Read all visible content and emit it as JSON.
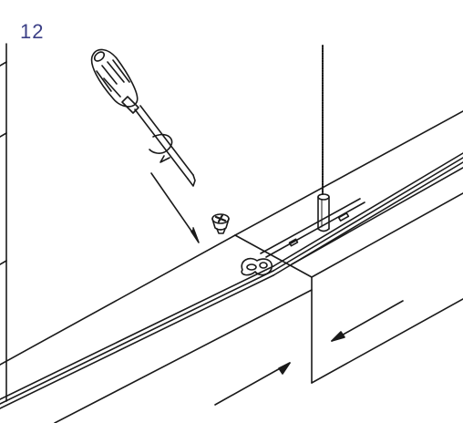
{
  "step": {
    "number": "12"
  },
  "colors": {
    "step_number": "#3b3f86",
    "line": "#1a1a1a",
    "background": "#ffffff"
  },
  "diagram": {
    "parts": [
      "left-beam-section",
      "right-beam-section",
      "beam-joint",
      "joint-connector",
      "countersunk-screw",
      "screwdriver",
      "hanging-cable",
      "cable-end-fitting"
    ],
    "actions": [
      "insert-screw-direction-arrow",
      "screwdriver-rotation-arrow",
      "push-left-section-arrow",
      "push-right-section-arrow"
    ]
  }
}
